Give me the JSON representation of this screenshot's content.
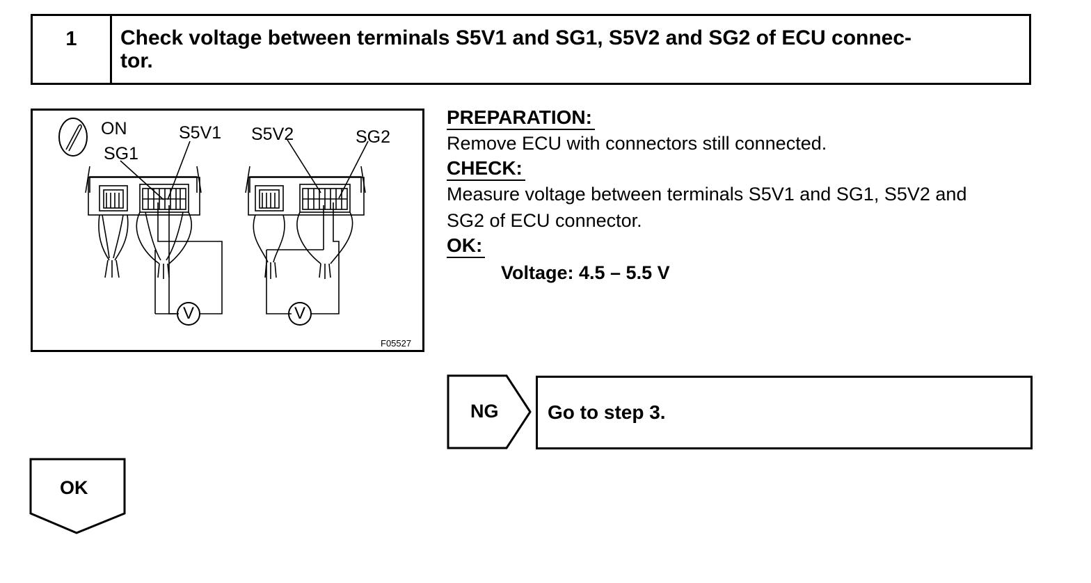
{
  "step": {
    "number": "1",
    "title": "Check voltage between terminals S5V1 and SG1, S5V2 and SG2 of ECU connec-\ntor."
  },
  "figure": {
    "labels": {
      "on": "ON",
      "sg1": "SG1",
      "s5v1": "S5V1",
      "s5v2": "S5V2",
      "sg2": "SG2",
      "meter_left": "V",
      "meter_right": "V"
    },
    "code": "F05527",
    "icons": [
      "ignition-key-icon",
      "ecu-connector",
      "voltmeter-icon"
    ]
  },
  "instructions": {
    "preparation_heading": "PREPARATION:",
    "preparation_text": "Remove ECU with connectors still connected.",
    "check_heading": "CHECK:",
    "check_line1": "Measure voltage between terminals S5V1 and SG1, S5V2 and",
    "check_line2": "SG2 of ECU connector.",
    "ok_heading": "OK:",
    "ok_spec": "Voltage: 4.5 – 5.5 V"
  },
  "ng": {
    "label": "NG",
    "result": "Go to step 3."
  },
  "ok": {
    "label": "OK"
  }
}
